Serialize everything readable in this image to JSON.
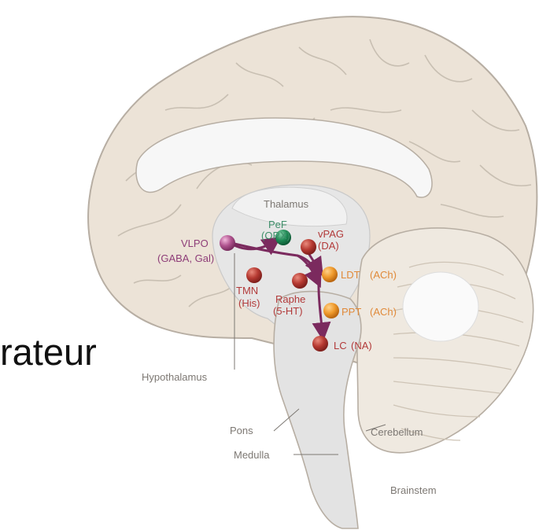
{
  "slide": {
    "partial_text": "rateur"
  },
  "regions": {
    "thalamus": "Thalamus",
    "hypothalamus": "Hypothalamus",
    "pons": "Pons",
    "medulla": "Medulla",
    "cerebellum": "Cerebellum",
    "brainstem": "Brainstem"
  },
  "nuclei": {
    "vlpo": {
      "name": "VLPO",
      "transmitter": "(GABA, Gal)",
      "color": "#b0548f"
    },
    "pef": {
      "name": "PeF",
      "transmitter": "(ORX)",
      "color": "#1f8a55"
    },
    "vpag": {
      "name": "vPAG",
      "transmitter": "(DA)",
      "color": "#b63a32"
    },
    "tmn": {
      "name": "TMN",
      "transmitter": "(His)",
      "color": "#b63a32"
    },
    "raphe": {
      "name": "Raphe",
      "transmitter": "(5-HT)",
      "color": "#b63a32"
    },
    "ldt": {
      "name": "LDT",
      "transmitter": "(ACh)",
      "color": "#ef9a2c"
    },
    "ppt": {
      "name": "PPT",
      "transmitter": "(ACh)",
      "color": "#ef9a2c"
    },
    "lc": {
      "name": "LC",
      "transmitter": "(NA)",
      "color": "#b63a32"
    }
  },
  "colors": {
    "brain_fill": "#ece3d7",
    "brain_line": "#b7aea3",
    "inner_fill": "#f5f5f5",
    "arrow": "#7b2a5e"
  }
}
